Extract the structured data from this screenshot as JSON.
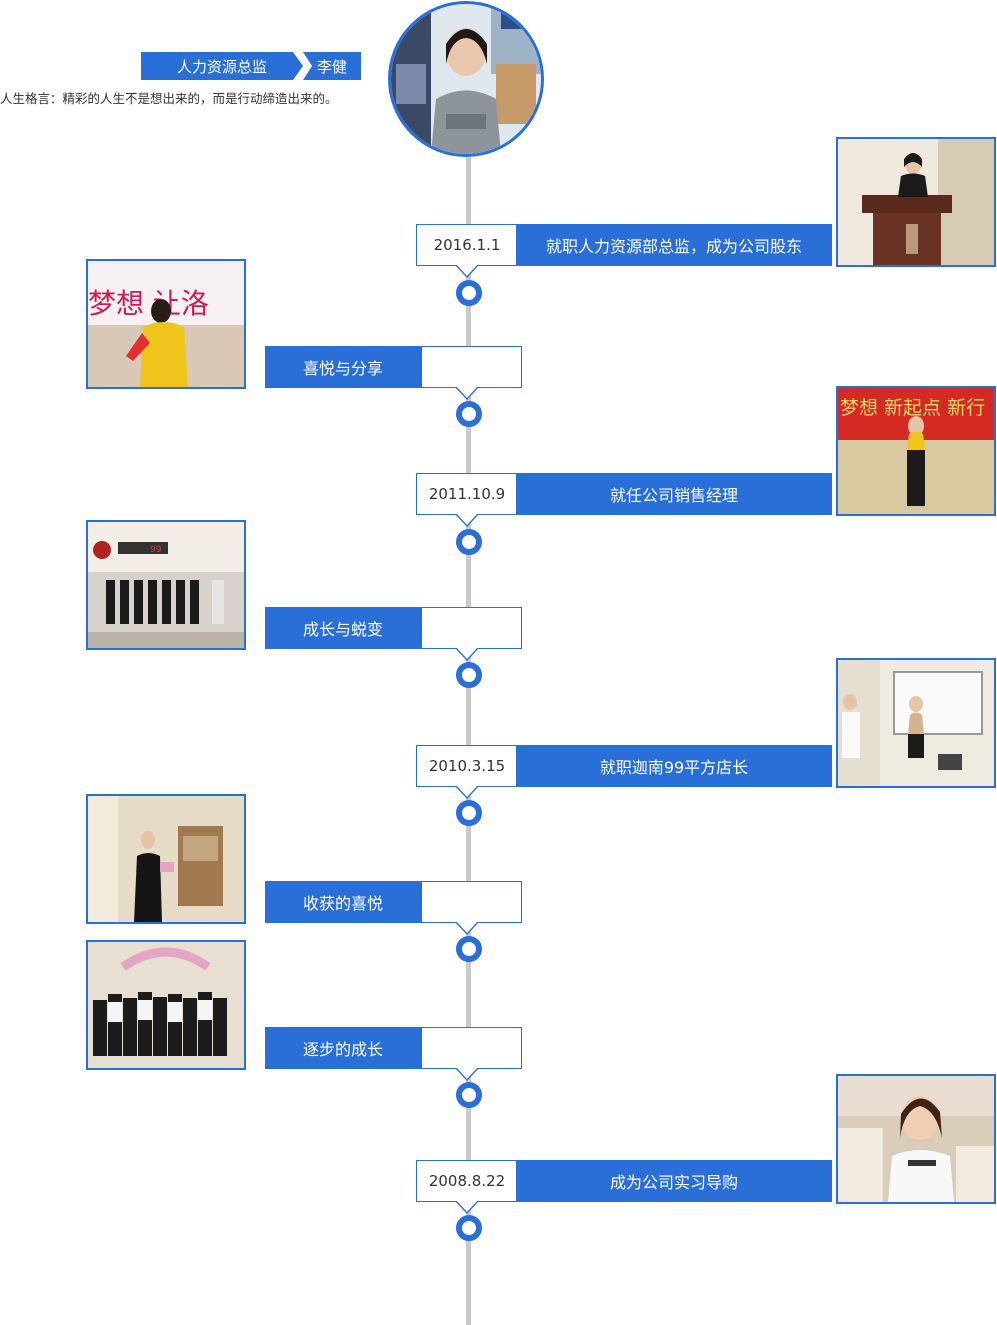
{
  "header": {
    "role": "人力资源总监",
    "name": "李健",
    "motto": "人生格言：精彩的人生不是想出来的，而是行动缔造出来的。"
  },
  "colors": {
    "accent": "#2a6fd8",
    "line": "#c9c9c9"
  },
  "events": [
    {
      "date": "2016.1.1",
      "title": "就职人力资源部总监，成为公司股东"
    },
    {
      "date": "2011.10.9",
      "title": "就任公司销售经理"
    },
    {
      "date": "2010.3.15",
      "title": "就职迦南99平方店长"
    },
    {
      "date": "2008.8.22",
      "title": "成为公司实习导购"
    }
  ],
  "phases": [
    {
      "title": "喜悦与分享"
    },
    {
      "title": "成长与蜕变"
    },
    {
      "title": "收获的喜悦"
    },
    {
      "title": "逐步的成长"
    }
  ],
  "photo_texts": {
    "banner_1": "梦想  让洛",
    "banner_2": "梦想 新起点 新行",
    "store_sign": "99"
  }
}
